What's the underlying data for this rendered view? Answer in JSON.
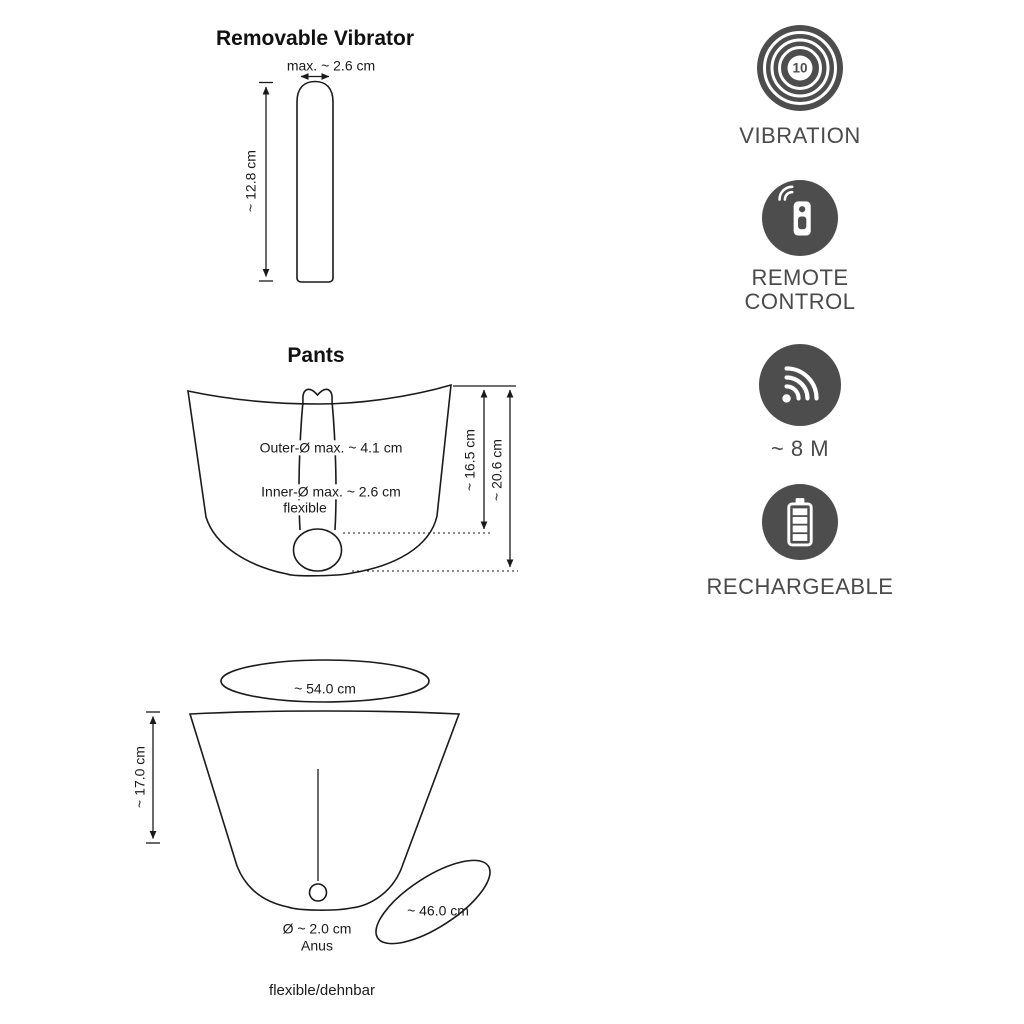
{
  "vibrator": {
    "title": "Removable Vibrator",
    "width_label": "max. ~ 2.6 cm",
    "height_label": "~ 12.8 cm"
  },
  "pants": {
    "title": "Pants",
    "outer_diameter_label": "Outer-Ø max. ~ 4.1 cm",
    "inner_diameter_label": "Inner-Ø max. ~ 2.6 cm",
    "flexible_label": "flexible",
    "insert_depth_label": "~ 16.5 cm",
    "total_depth_label": "~ 20.6 cm"
  },
  "pants_bottom": {
    "waist_circumference_label": "~ 54.0 cm",
    "height_label": "~ 17.0 cm",
    "hole_diameter_label": "Ø ~ 2.0 cm",
    "hole_name_label": "Anus",
    "leg_circumference_label": "~ 46.0 cm",
    "footer_label": "flexible/dehnbar"
  },
  "features": {
    "vibration": {
      "label": "VIBRATION",
      "modes": "10"
    },
    "remote": {
      "label_line1": "REMOTE",
      "label_line2": "CONTROL"
    },
    "range": {
      "label": "~ 8 M"
    },
    "rechargeable": {
      "label": "RECHARGEABLE"
    }
  },
  "colors": {
    "icon_gray": "#4d4d4d",
    "label_gray": "#4a4a4a",
    "line_black": "#1a1a1a",
    "background": "#ffffff"
  }
}
